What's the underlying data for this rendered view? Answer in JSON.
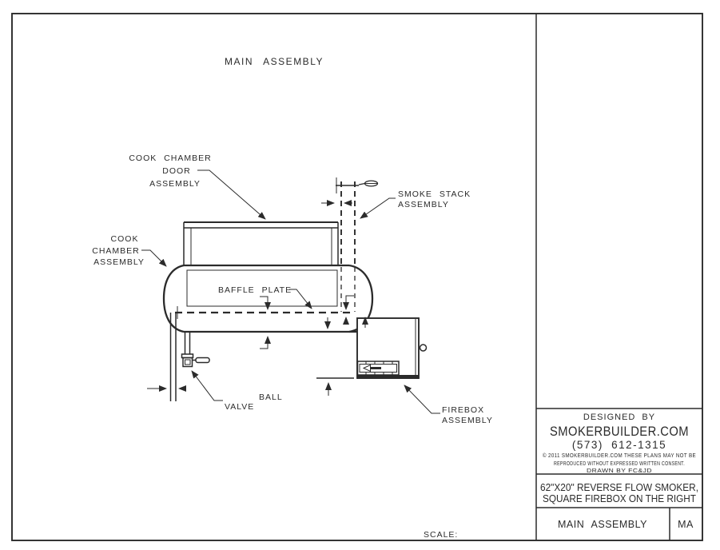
{
  "drawing": {
    "title": "MAIN ASSEMBLY",
    "scale_label": "SCALE:",
    "labels": {
      "cook_chamber_door": {
        "line1": "COOK CHAMBER",
        "line2": "DOOR",
        "line3": "ASSEMBLY"
      },
      "cook_chamber": {
        "line1": "COOK",
        "line2": "CHAMBER",
        "line3": "ASSEMBLY"
      },
      "smoke_stack": {
        "line1": "SMOKE STACK",
        "line2": "ASSEMBLY"
      },
      "baffle_plate": "BAFFLE PLATE",
      "ball_valve": {
        "line1": "BALL",
        "line2": "VALVE"
      },
      "firebox": {
        "line1": "FIREBOX",
        "line2": "ASSEMBLY"
      }
    }
  },
  "title_block": {
    "designed_by": "DESIGNED BY",
    "company": "SMOKERBUILDER.COM",
    "phone": "(573) 612-1315",
    "copyright_line1": "©  2011  SMOKERBUILDER.COM  THESE  PLANS  MAY  NOT  BE",
    "copyright_line2": "REPRODUCED  WITHOUT  EXPRESSED  WRITTEN  CONSENT.",
    "copyright_line3": "DRAWN  BY  FC&JD",
    "description_line1": "62\"X20\"  REVERSE  FLOW  SMOKER,",
    "description_line2": "SQUARE  FIREBOX  ON  THE  RIGHT",
    "sheet_name": "MAIN ASSEMBLY",
    "sheet_code": "MA"
  },
  "colors": {
    "line": "#2b2b2b",
    "paper": "#ffffff"
  }
}
